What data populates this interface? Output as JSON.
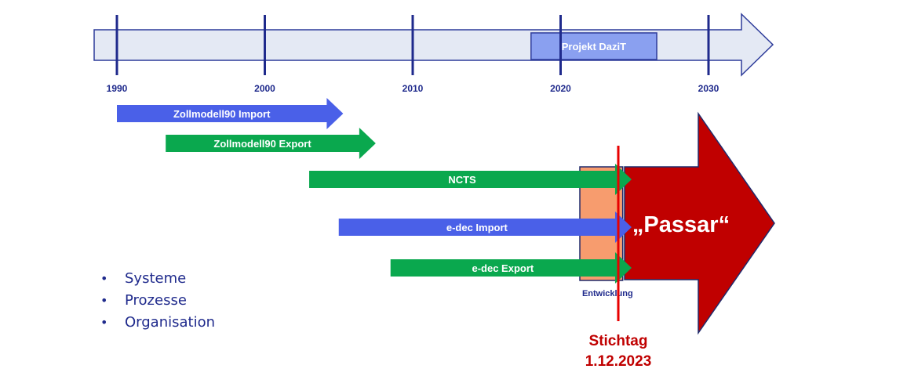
{
  "timeline": {
    "years": [
      "1990",
      "2000",
      "2010",
      "2020",
      "2030"
    ],
    "project_box": {
      "label": "Projekt DaziT",
      "start": 2018,
      "end": 2026.5
    }
  },
  "systems": [
    {
      "label": "Zollmodell90 Import",
      "start": 1990,
      "end": 2005.3,
      "color": "#4a60e8"
    },
    {
      "label": "Zollmodell90 Export",
      "start": 1993.3,
      "end": 2007.5,
      "color": "#0aa84e"
    },
    {
      "label": "NCTS",
      "start": 2003,
      "end": 2024.8,
      "color": "#0aa84e"
    },
    {
      "label": "e-dec Import",
      "start": 2005,
      "end": 2024.8,
      "color": "#4a60e8"
    },
    {
      "label": "e-dec Export",
      "start": 2008.5,
      "end": 2024.8,
      "color": "#0aa84e"
    }
  ],
  "development": {
    "label": "Entwicklung",
    "start": 2021.3,
    "end": 2024.2
  },
  "target": {
    "label": "„Passar“",
    "color": "#c00000"
  },
  "deadline": {
    "title": "Stichtag",
    "date": "1.12.2023",
    "at": 2023.9,
    "color": "#e80000"
  },
  "bullets": [
    "Systeme",
    "Prozesse",
    "Organisation"
  ],
  "colors": {
    "timeline_fill": "#e4e9f4",
    "timeline_border": "#2d3b9a",
    "tick": "#1f2a8c",
    "project_fill": "#8aa0f0",
    "development_fill": "#f79c6e"
  }
}
